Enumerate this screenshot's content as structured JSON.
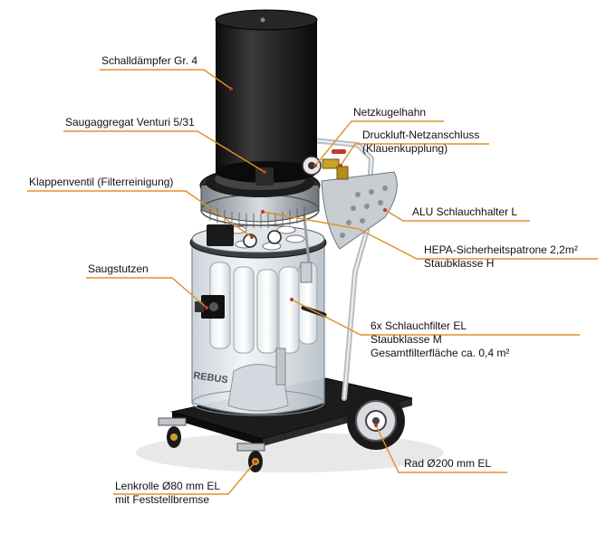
{
  "diagram": {
    "brand": "REBUS",
    "labels": {
      "schalldaempfer": [
        "Schalldämpfer Gr. 4"
      ],
      "saugaggregat": [
        "Saugaggregat Venturi 5/31"
      ],
      "klappenventil": [
        "Klappenventil (Filterreinigung)"
      ],
      "saugstutzen": [
        "Saugstutzen"
      ],
      "lenkrolle": [
        "Lenkrolle Ø80 mm EL",
        "mit Feststellbremse"
      ],
      "netzkugelhahn": [
        "Netzkugelhahn"
      ],
      "druckluft": [
        "Druckluft-Netzanschluss",
        "(Klauenkupplung)"
      ],
      "alu_schlauchhalter": [
        "ALU Schlauchhalter L"
      ],
      "hepa": [
        "HEPA-Sicherheitspatrone 2,2m²",
        "Staubklasse H"
      ],
      "schlauchfilter": [
        "6x Schlauchfilter EL",
        "Staubklasse M",
        "Gesamtfilterfläche ca. 0,4 m²"
      ],
      "rad": [
        "Rad Ø200 mm EL"
      ]
    },
    "colors": {
      "leader_line": "#e0902a",
      "leader_dot": "#c0392b",
      "body_dark": "#1a1a1a",
      "metal": "#9aa0a6",
      "glass": "#dfe6ec"
    }
  }
}
